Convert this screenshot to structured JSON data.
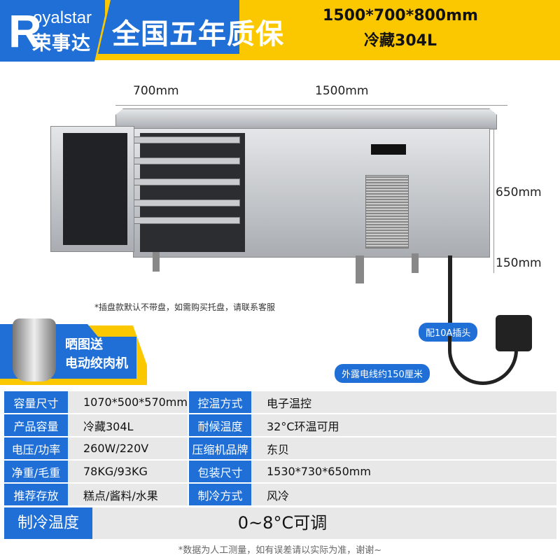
{
  "header": {
    "logo_en": "oyalstar",
    "logo_r": "R",
    "logo_cn": "荣事达",
    "warranty": "全国五年质保",
    "size": "1500*700*800mm",
    "capacity": "冷藏304L"
  },
  "dimensions": {
    "depth": "700mm",
    "width": "1500mm",
    "height_body": "650mm",
    "height_legs": "150mm"
  },
  "note": "*插盘款默认不带盘，如需购买托盘，请联系客服",
  "gift": {
    "line1": "晒图送",
    "line2": "电动绞肉机"
  },
  "plug": {
    "plug_label": "配10A插头",
    "cable_label": "外露电线约150厘米"
  },
  "specs": [
    {
      "l1": "容量尺寸",
      "v1": "1070*500*570mm",
      "l2": "控温方式",
      "v2": "电子温控"
    },
    {
      "l1": "产品容量",
      "v1": "冷藏304L",
      "l2": "耐候温度",
      "v2": "32°C环温可用"
    },
    {
      "l1": "电压/功率",
      "v1": "260W/220V",
      "l2": "压缩机品牌",
      "v2": "东贝"
    },
    {
      "l1": "净重/毛重",
      "v1": "78KG/93KG",
      "l2": "包装尺寸",
      "v2": "1530*730*650mm"
    },
    {
      "l1": "推荐存放",
      "v1": "糕点/酱料/水果",
      "l2": "制冷方式",
      "v2": "风冷"
    }
  ],
  "cooling": {
    "label": "制冷温度",
    "value": "0~8°C可调"
  },
  "footer": "*数据为人工测量，如有误差请以实际为准，谢谢~",
  "colors": {
    "blue": "#1f6fd6",
    "yellow": "#fbc800"
  }
}
